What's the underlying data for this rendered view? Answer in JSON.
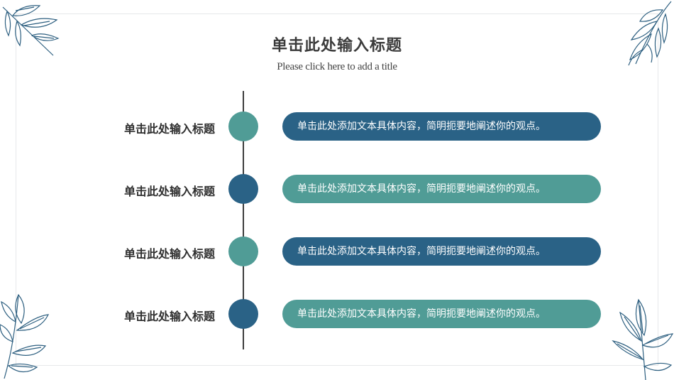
{
  "title": "单击此处输入标题",
  "subtitle": "Please click here to add a title",
  "items": [
    {
      "label": "单击此处输入标题",
      "text": "单击此处添加文本具体内容，简明扼要地阐述你的观点。"
    },
    {
      "label": "单击此处输入标题",
      "text": "单击此处添加文本具体内容，简明扼要地阐述你的观点。"
    },
    {
      "label": "单击此处输入标题",
      "text": "单击此处添加文本具体内容，简明扼要地阐述你的观点。"
    },
    {
      "label": "单击此处输入标题",
      "text": "单击此处添加文本具体内容，简明扼要地阐述你的观点。"
    }
  ],
  "colors": {
    "dark_blue": "#2a6286",
    "teal": "#509c96",
    "leaf": "#2d5f80"
  }
}
